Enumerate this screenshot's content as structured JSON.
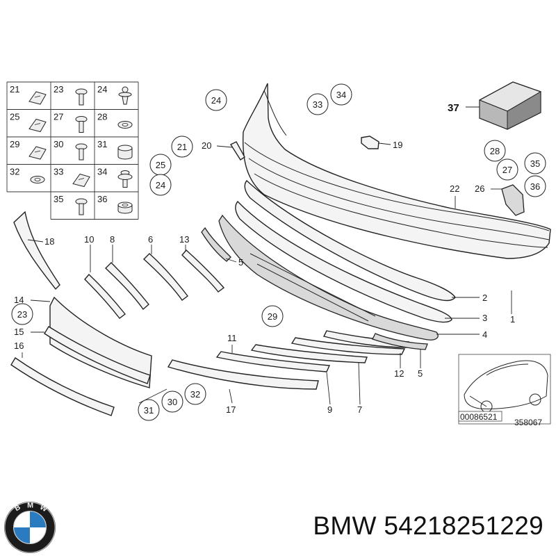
{
  "diagram": {
    "legend_grid": [
      {
        "num": "21",
        "icon": "clip-bracket-icon"
      },
      {
        "num": "23",
        "icon": "screw-icon"
      },
      {
        "num": "24",
        "icon": "expanding-rivet-icon"
      },
      {
        "num": "25",
        "icon": "clip-plate-icon"
      },
      {
        "num": "27",
        "icon": "hex-bolt-icon"
      },
      {
        "num": "28",
        "icon": "washer-icon"
      },
      {
        "num": "29",
        "icon": "spring-clip-icon"
      },
      {
        "num": "30",
        "icon": "screw-icon"
      },
      {
        "num": "31",
        "icon": "cap-icon"
      },
      {
        "num": "32",
        "icon": "washer-icon"
      },
      {
        "num": "33",
        "icon": "clip-nut-icon"
      },
      {
        "num": "34",
        "icon": "hex-bolt-washer-icon"
      },
      {
        "num": "35",
        "icon": "flat-head-bolt-icon"
      },
      {
        "num": "36",
        "icon": "hex-nut-icon"
      }
    ],
    "callouts": {
      "c1": "1",
      "c2": "2",
      "c3": "3",
      "c4": "4",
      "c5a": "5",
      "c5b": "5",
      "c6": "6",
      "c7": "7",
      "c8": "8",
      "c9": "9",
      "c10": "10",
      "c11": "11",
      "c12": "12",
      "c13": "13",
      "c14": "14",
      "c15": "15",
      "c16": "16",
      "c17": "17",
      "c18": "18",
      "c19": "19",
      "c20": "20",
      "c22": "22",
      "c26": "26",
      "c37": "37"
    },
    "circled": {
      "r24a": "24",
      "r33a": "33",
      "r34a": "34",
      "r21": "21",
      "r25": "25",
      "r24b": "24",
      "r28": "28",
      "r27": "27",
      "r35": "35",
      "r36": "36",
      "r29": "29",
      "r23": "23",
      "r31": "31",
      "r30": "30",
      "r32": "32"
    },
    "ref_code_boxed": "00086521",
    "ref_code": "358067"
  },
  "footer": {
    "brand": "BMW",
    "part_number": "54218251229"
  },
  "colors": {
    "line": "#222222",
    "part_fill": "#f4f4f4",
    "box_dark": "#8a8a8a",
    "logo_blue": "#2a7bc0"
  }
}
